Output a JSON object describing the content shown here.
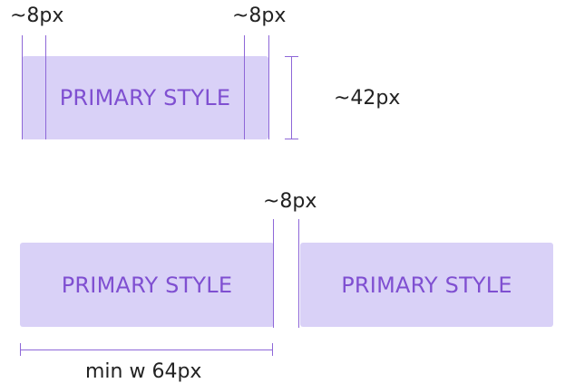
{
  "buttons": {
    "top_label": "PRIMARY STYLE",
    "bottom_left_label": "PRIMARY STYLE",
    "bottom_right_label": "PRIMARY STYLE"
  },
  "annotations": {
    "top_left_padding": "~8px",
    "top_right_padding": "~8px",
    "height": "~42px",
    "gap_between_buttons": "~8px",
    "min_width": "min w 64px"
  },
  "colors": {
    "button_fill": "#d9d1f7",
    "button_text": "#7f4fd1",
    "guide_line": "#8e67d8",
    "annotation_text": "#222222"
  }
}
